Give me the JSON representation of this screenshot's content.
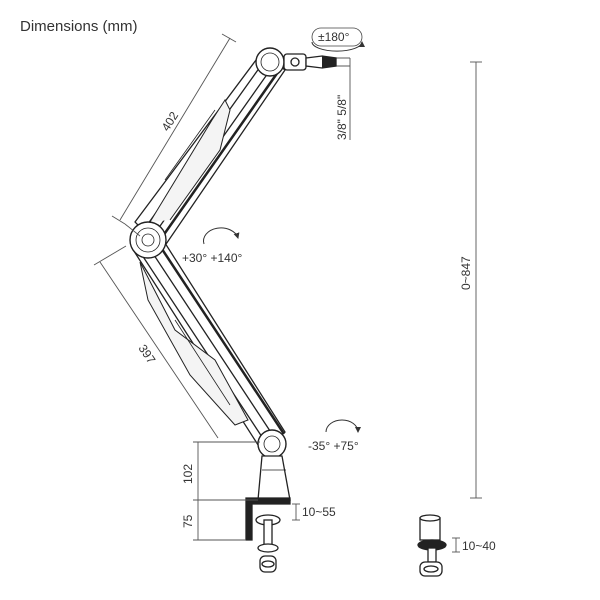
{
  "title": "Dimensions (mm)",
  "dimensions": {
    "upper_arm": "402",
    "lower_arm": "397",
    "total_height": "0~847",
    "base_height": "102",
    "clamp_height": "75",
    "clamp_range": "10~55",
    "grommet_range": "10~40",
    "thread": "3/8\" 5/8\""
  },
  "rotations": {
    "head": "±180°",
    "middle_joint": "+30° +140°",
    "base_joint": "-35° +75°"
  }
}
